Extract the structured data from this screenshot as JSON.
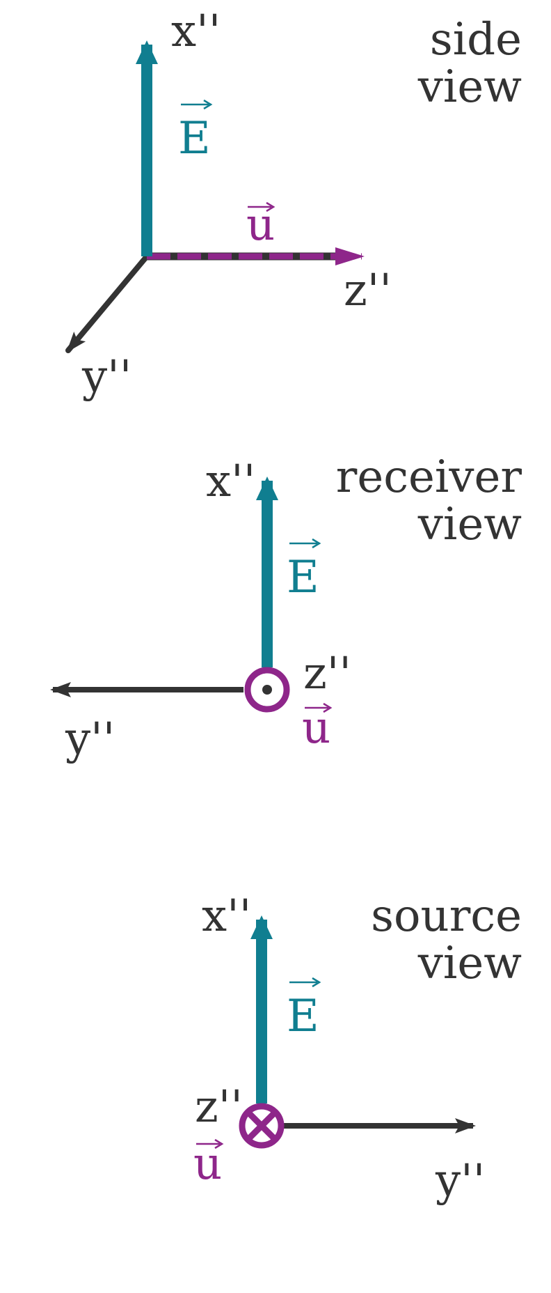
{
  "colors": {
    "field": "#107e90",
    "velocity": "#8e268a",
    "axis": "#333333",
    "background": "#ffffff"
  },
  "views": {
    "side": {
      "title_line1": "side",
      "title_line2": "view",
      "x_axis_label": "x''",
      "y_axis_label": "y''",
      "z_axis_label": "z''",
      "field_label": "E",
      "velocity_label": "u"
    },
    "receiver": {
      "title_line1": "receiver",
      "title_line2": "view",
      "x_axis_label": "x''",
      "y_axis_label": "y''",
      "z_axis_label": "z''",
      "field_label": "E",
      "velocity_label": "u",
      "z_marker_icon": "dot-in-circle-icon"
    },
    "source": {
      "title_line1": "source",
      "title_line2": "view",
      "x_axis_label": "x''",
      "y_axis_label": "y''",
      "z_axis_label": "z''",
      "field_label": "E",
      "velocity_label": "u",
      "z_marker_icon": "cross-in-circle-icon"
    }
  }
}
